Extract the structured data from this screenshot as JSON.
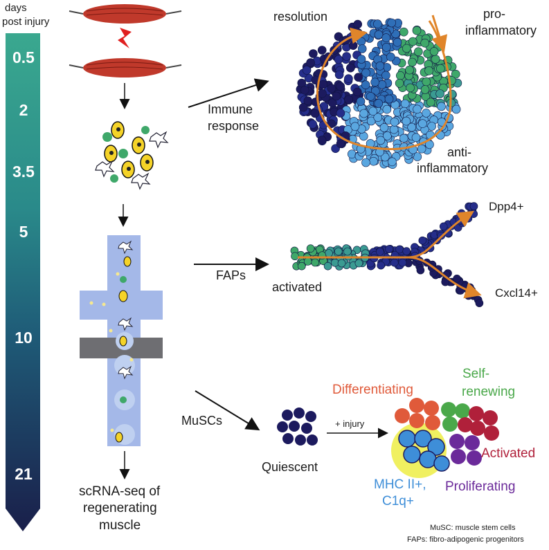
{
  "timeline": {
    "header_line1": "days",
    "header_line2": "post injury",
    "days": [
      "0.5",
      "2",
      "3.5",
      "5",
      "10",
      "21"
    ]
  },
  "workflow": {
    "bottom_line1": "scRNA-seq of",
    "bottom_line2": "regenerating",
    "bottom_line3": "muscle"
  },
  "immune": {
    "arrow_label_line1": "Immune",
    "arrow_label_line2": "response",
    "state_resolution": "resolution",
    "state_pro_line1": "pro-",
    "state_pro_line2": "inflammatory",
    "state_anti_line1": "anti-",
    "state_anti_line2": "inflammatory"
  },
  "faps": {
    "arrow_label": "FAPs",
    "state_activated": "activated",
    "branch_top": "Dpp4+",
    "branch_bottom": "Cxcl14+"
  },
  "muscs": {
    "arrow_label": "MuSCs",
    "quiescent": "Quiescent",
    "injury_label": "+ injury",
    "differentiating": "Differentiating",
    "self_renewing_line1": "Self-",
    "self_renewing_line2": "renewing",
    "activated": "Activated",
    "mhc_line1": "MHC II+,",
    "mhc_line2": "C1q+",
    "proliferating": "Proliferating"
  },
  "footnotes": {
    "musc": "MuSC: muscle stem cells",
    "faps": "FAPs: fibro-adipogenic progenitors"
  },
  "colors": {
    "navy": "#1c1a5e",
    "dark_blue": "#252d8a",
    "mid_blue": "#2f6fb8",
    "light_blue": "#5aa7e0",
    "green": "#3fa86a",
    "teal": "#3a9b92",
    "orange_arrow": "#e0852a",
    "muscle_red": "#c0392b",
    "chip_blue": "#a4b8e8",
    "cell_yellow": "#f5d328",
    "differentiating_red": "#e05a3a",
    "self_renewing_green": "#4aa84a",
    "activated_red": "#b0203a",
    "proliferating_purple": "#6b2a9a",
    "mhc_blue": "#3e8ed8"
  }
}
